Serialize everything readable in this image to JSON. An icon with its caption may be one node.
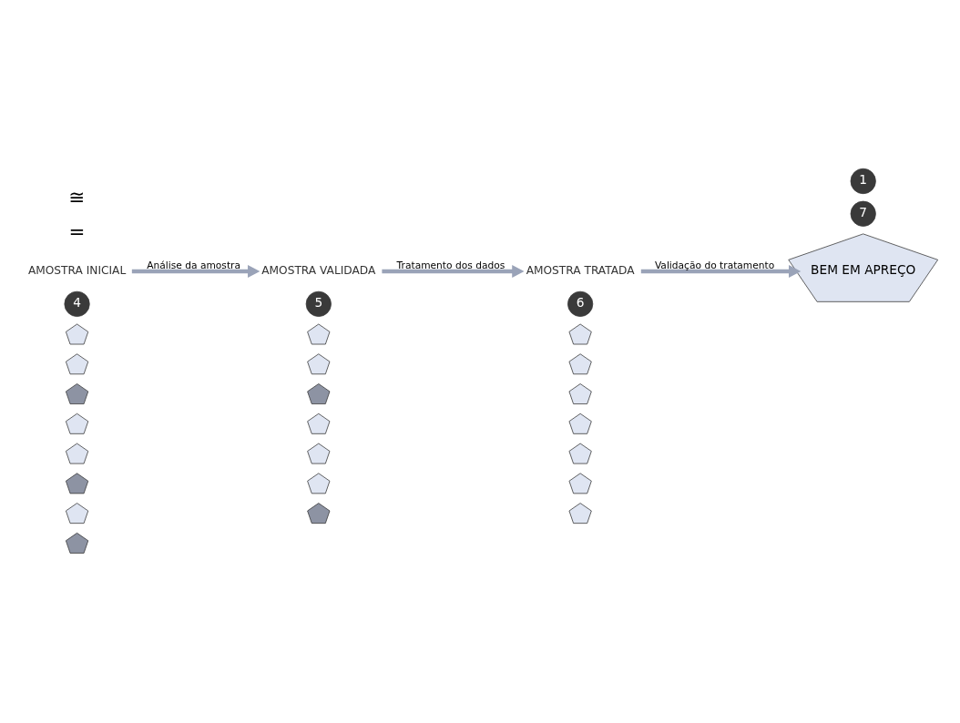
{
  "diagram": {
    "nodes": [
      {
        "text": [
          "BEM EM APREÇO"
        ]
      },
      {
        "text": [
          "1"
        ]
      },
      {
        "text": [
          "7"
        ]
      },
      {
        "text": [
          "AMOSTRA INICIAL"
        ]
      },
      {
        "text": [
          "4"
        ]
      },
      {
        "text": [],
        "shape": "pentagon"
      },
      {
        "text": [],
        "shape": "pentagon"
      },
      {
        "text": [],
        "shape": "pentagon"
      },
      {
        "text": [],
        "shape": "pentagon"
      },
      {
        "text": [],
        "shape": "pentagon"
      },
      {
        "text": [],
        "shape": "pentagon"
      },
      {
        "text": [],
        "shape": "pentagon"
      },
      {
        "text": [],
        "shape": "pentagon"
      },
      {
        "text": [
          "AMOSTRA VALIDADA"
        ]
      },
      {
        "text": [
          "5"
        ]
      },
      {
        "text": [],
        "shape": "pentagon"
      },
      {
        "text": [],
        "shape": "pentagon"
      },
      {
        "text": [],
        "shape": "pentagon"
      },
      {
        "text": [],
        "shape": "pentagon"
      },
      {
        "text": [],
        "shape": "pentagon"
      },
      {
        "text": [],
        "shape": "pentagon"
      },
      {
        "text": [],
        "shape": "pentagon"
      },
      {
        "text": [
          "AMOSTRA TRATADA"
        ]
      },
      {
        "text": [
          "6"
        ]
      },
      {
        "text": [],
        "shape": "pentagon"
      },
      {
        "text": [],
        "shape": "pentagon"
      },
      {
        "text": [],
        "shape": "pentagon"
      },
      {
        "text": [],
        "shape": "pentagon"
      },
      {
        "text": [],
        "shape": "pentagon"
      },
      {
        "text": [],
        "shape": "pentagon"
      },
      {
        "text": [],
        "shape": "pentagon"
      }
    ],
    "edges": [
      {
        "from": 3,
        "to": 13,
        "arrow": "to",
        "label": "Análise da amostra"
      },
      {
        "from": 13,
        "to": 22,
        "arrow": "to",
        "label": "Tratamento dos dados"
      },
      {
        "from": 22,
        "to": 0,
        "arrow": "to",
        "label": "Validação do tratamento"
      }
    ],
    "labels": [
      "=",
      "≅"
    ]
  }
}
